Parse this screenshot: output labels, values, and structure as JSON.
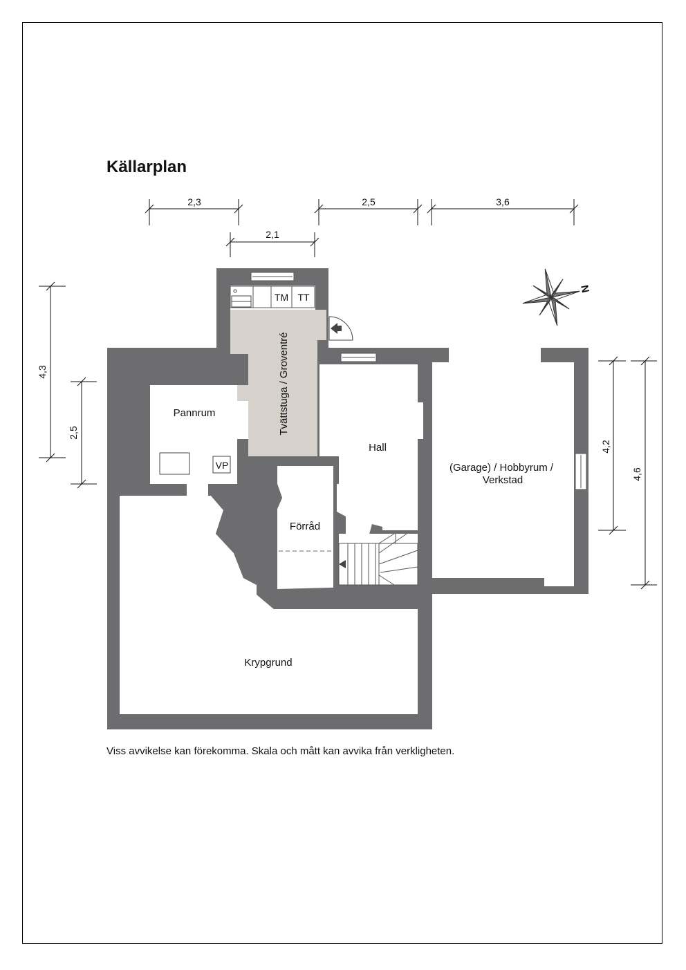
{
  "title": "Källarplan",
  "disclaimer": "Viss avvikelse kan förekomma. Skala och mått kan avvika från verkligheten.",
  "rooms": {
    "tvattstuga": "Tvättstuga / Groventré",
    "pannrum": "Pannrum",
    "hall": "Hall",
    "garage_line1": "(Garage) / Hobbyrum /",
    "garage_line2": "Verkstad",
    "forrad": "Förråd",
    "krypgrund": "Krypgrund"
  },
  "fixtures": {
    "tm": "TM",
    "tt": "TT",
    "vp": "VP"
  },
  "compass": {
    "north_label": "N"
  },
  "dimensions": {
    "top_left": "2,3",
    "top_mid": "2,5",
    "top_right": "3,6",
    "second_row": "2,1",
    "left_outer": "4,3",
    "left_inner": "2,5",
    "right_inner": "4,2",
    "right_outer": "4,6"
  },
  "colors": {
    "wall": "#6d6d6f",
    "laundry_floor": "#d6d1cb",
    "line": "#111111"
  }
}
